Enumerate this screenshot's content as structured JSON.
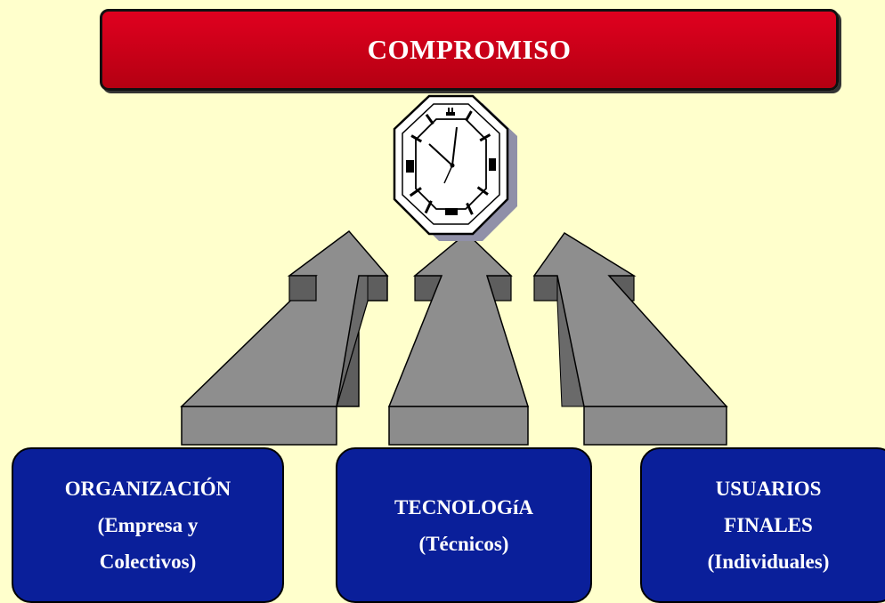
{
  "banner": {
    "title": "COMPROMISO"
  },
  "boxes": {
    "organizacion": {
      "line1": "ORGANIZACIÓN",
      "line2": "(Empresa y",
      "line3": "Colectivos)"
    },
    "tecnologia": {
      "line1": "TECNOLOGíA",
      "line2": "(Técnicos)"
    },
    "usuarios": {
      "line1": "USUARIOS",
      "line2": "FINALES",
      "line3": "(Individuales)"
    }
  },
  "colors": {
    "background": "#FFFFCC",
    "banner": "#D00018",
    "box": "#0A1F9A",
    "arrow": "#8C8C8C",
    "arrow_side": "#666666"
  },
  "icons": {
    "clock": "clock-icon"
  }
}
